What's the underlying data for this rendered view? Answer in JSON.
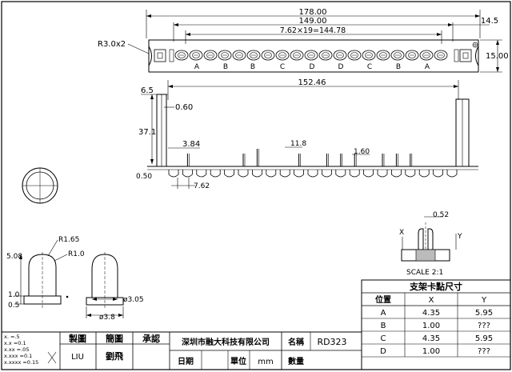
{
  "plan_view": {
    "dim_total_width": "178.00",
    "dim_pin_span": "149.00",
    "dim_pitch_formula": "7.62×19=144.78",
    "dim_right_offset": "14.5",
    "dim_height": "15.00",
    "dim_corner_radius": "R3.0x2",
    "pin_letters": [
      "A",
      "B",
      "B",
      "C",
      "D",
      "D",
      "C",
      "B",
      "A"
    ]
  },
  "elevation_view": {
    "dim_overall": "152.46",
    "dim_left_offset": "6.5",
    "dim_wall": "0.60",
    "dim_height": "37.1",
    "dim_lead_height": "3.84",
    "dim_tall_lead": "11.8",
    "dim_short_lead": "1.60",
    "dim_base": "0.50",
    "dim_pitch": "7.62"
  },
  "led_detail": {
    "dim_height": "5.08",
    "dim_dome_radius": "R1.65",
    "dim_radius_2": "R1.0",
    "dim_flange_1": "1.0",
    "dim_flange_2": "0.5",
    "dim_body_diameter": "ø3.8",
    "dim_lens_diameter": "ø3.05"
  },
  "clip_detail": {
    "dim_width": "0.52",
    "label_x": "X",
    "label_y": "Y",
    "scale": "SCALE 2:1"
  },
  "spec_table": {
    "title": "支架卡點尺寸",
    "headers": [
      "位置",
      "X",
      "Y"
    ],
    "rows": [
      [
        "A",
        "4.35",
        "5.95"
      ],
      [
        "B",
        "1.00",
        "???"
      ],
      [
        "C",
        "4.35",
        "5.95"
      ],
      [
        "D",
        "1.00",
        "???"
      ]
    ]
  },
  "title_block": {
    "tolerances": [
      "x.    =.5",
      "x.x    =0.1",
      "x.xx    =.05",
      "x.xxx   =0.1",
      "x.xxxx  =0.15"
    ],
    "head_drawn": "製圖",
    "head_checked": "簡圖",
    "head_approved": "承認",
    "drawer": "LIU",
    "checker": "劉飛",
    "company": "深圳市融大科技有限公司",
    "name_label": "名稱",
    "part_name": "RD323",
    "date_label": "日期",
    "unit_label": "單位",
    "unit_value": "mm",
    "qty_label": "數量"
  }
}
